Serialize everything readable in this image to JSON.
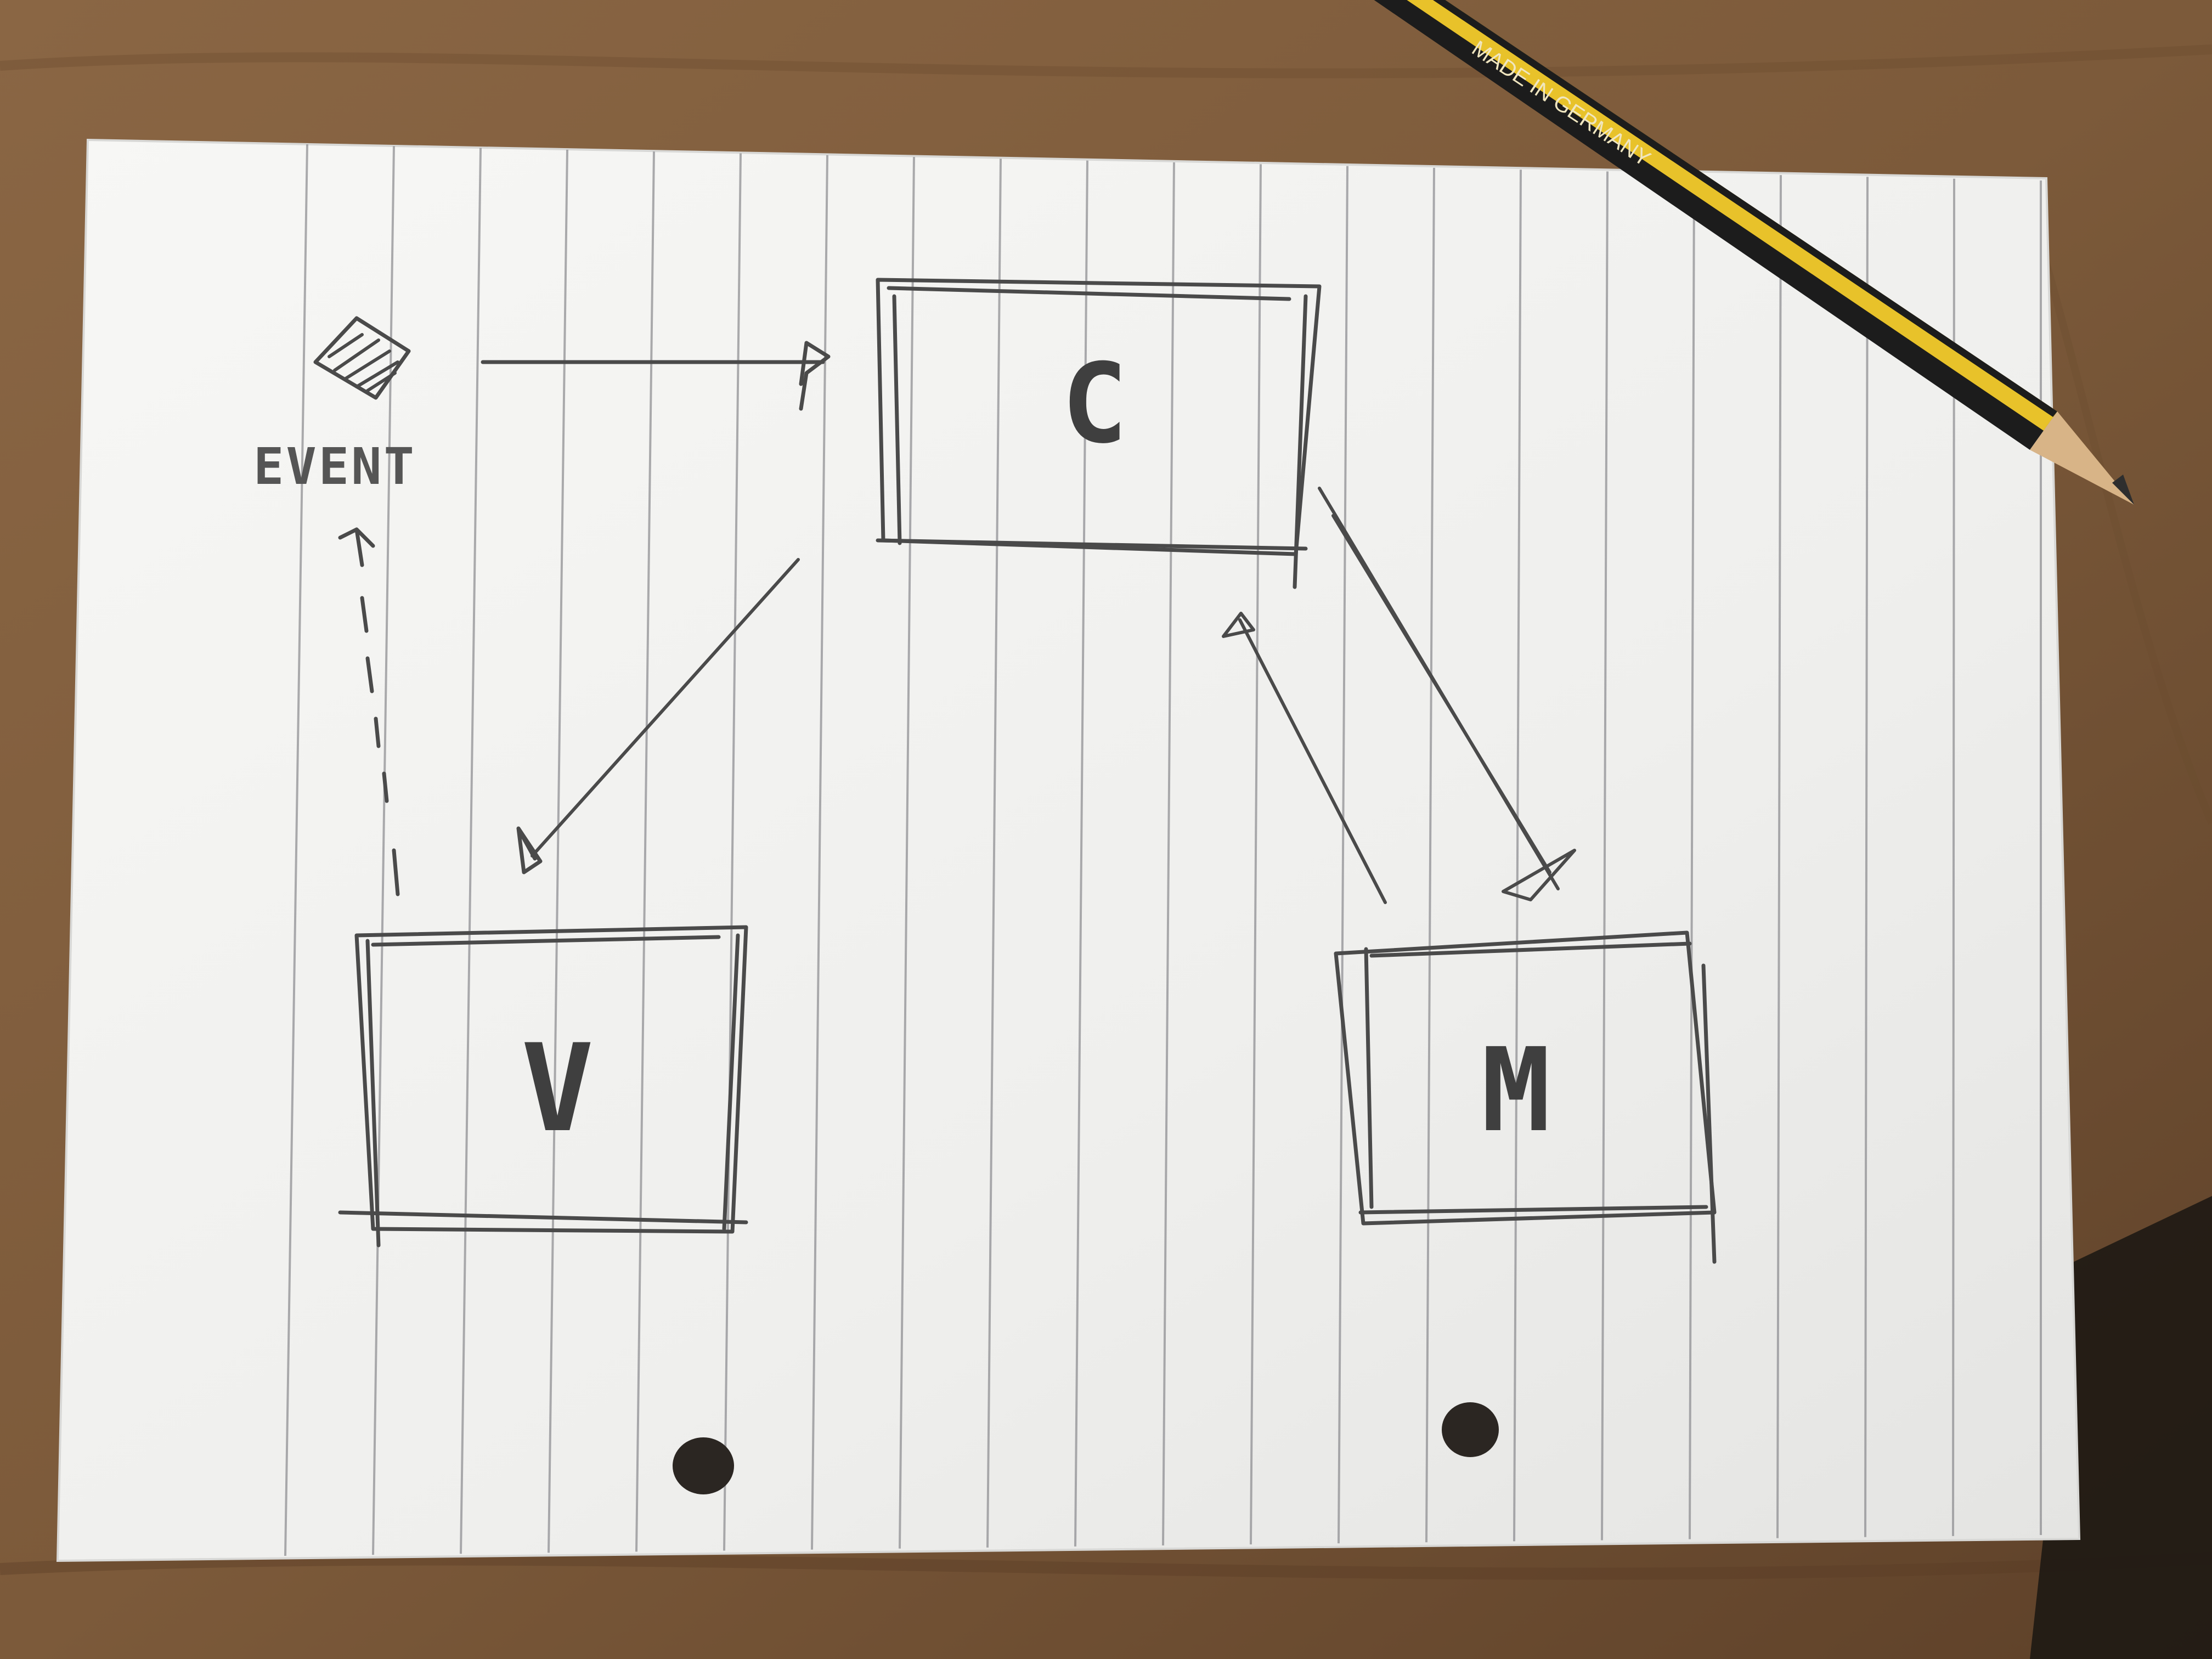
{
  "diagram": {
    "event_label": "EVENT",
    "nodes": {
      "controller": "C",
      "view": "V",
      "model": "M"
    }
  },
  "pencil": {
    "imprint": "MADE IN GERMANY"
  },
  "colors": {
    "table": "#7a5a3c",
    "paper": "#f4f4f2",
    "rule_lines": "#8a8a8e",
    "graphite": "#4a4a4a",
    "pencil_yellow": "#e8c22a",
    "pencil_black": "#1c1c1c"
  }
}
